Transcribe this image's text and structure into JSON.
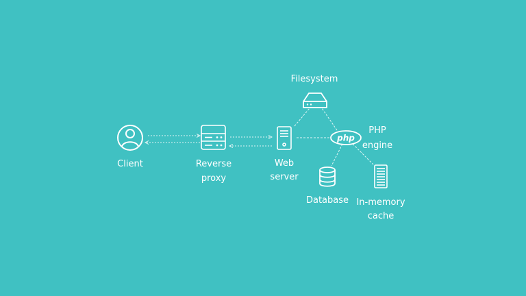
{
  "diagram": {
    "background": "#40c1c2",
    "line_color": "#ffffff",
    "nodes": {
      "client": {
        "label": "Client",
        "icon": "user-icon"
      },
      "reverse_proxy": {
        "label_line1": "Reverse",
        "label_line2": "proxy",
        "icon": "server-rack-icon"
      },
      "web_server": {
        "label_line1": "Web",
        "label_line2": "server",
        "icon": "server-tower-icon"
      },
      "filesystem": {
        "label": "Filesystem",
        "icon": "hard-drive-icon"
      },
      "php_engine": {
        "label_line1": "PHP",
        "label_line2": "engine",
        "icon": "php-logo-icon",
        "logo_text": "php"
      },
      "database": {
        "label": "Database",
        "icon": "database-icon"
      },
      "cache": {
        "label_line1": "In-memory",
        "label_line2": "cache",
        "icon": "memory-rack-icon"
      }
    }
  }
}
